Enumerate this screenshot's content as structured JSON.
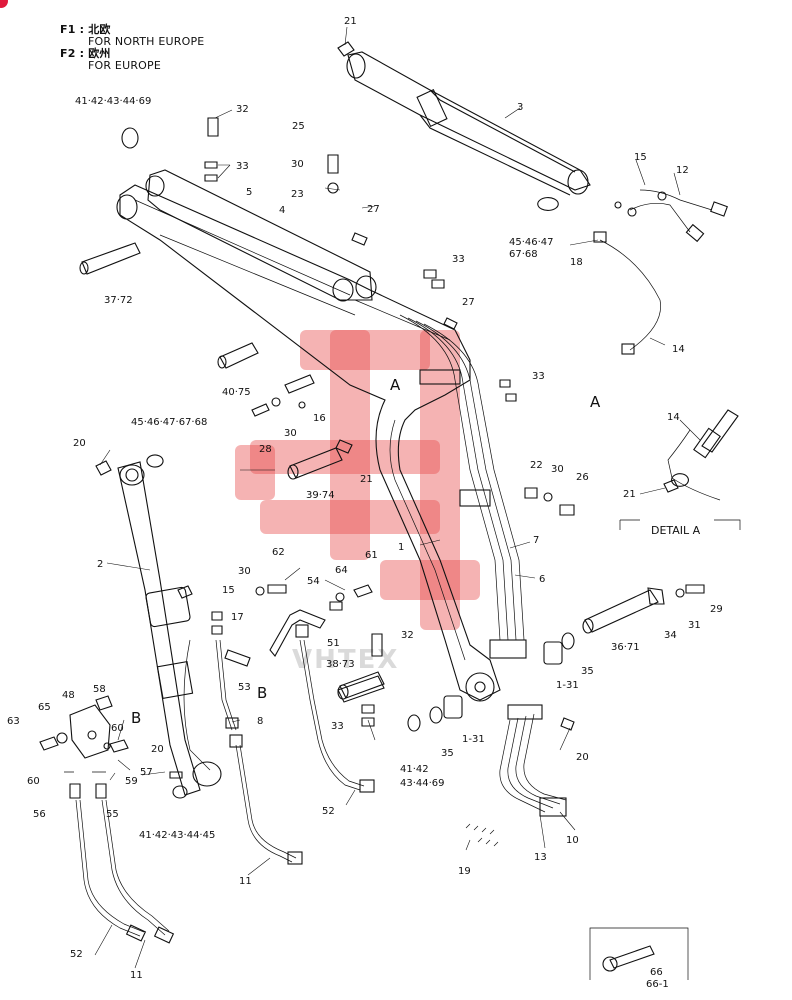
{
  "legend": {
    "f1_key": "F1 : 北欧",
    "f1_text": "FOR NORTH EUROPE",
    "f2_key": "F2 : 欧州",
    "f2_text": "FOR EUROPE"
  },
  "detail_label": "DETAIL  A",
  "watermark": "VHTEX",
  "callouts": {
    "c21_top": "21",
    "c3": "3",
    "c41_69": "41·42·43·44·69",
    "c32a": "32",
    "c25": "25",
    "c33a": "33",
    "c30a": "30",
    "c5": "5",
    "c23": "23",
    "c4": "4",
    "c27a": "27",
    "c15a": "15",
    "c12": "12",
    "c45_68a": "45·46·47",
    "c67_68": "67·68",
    "c18": "18",
    "c33b": "33",
    "c27b": "27",
    "c37_72": "37·72",
    "c14a": "14",
    "c33c": "33",
    "c40_75": "40·75",
    "A1": "A",
    "A2": "A",
    "c16": "16",
    "c45_68b": "45·46·47·67·68",
    "c30b": "30",
    "c28": "28",
    "c21b": "21",
    "c20a": "20",
    "c39_74": "39·74",
    "c22": "22",
    "c30c": "30",
    "c26": "26",
    "c14b": "14",
    "c21c": "21",
    "c2": "2",
    "c1": "1",
    "c7": "7",
    "c6": "6",
    "c62": "62",
    "c30d": "30",
    "c54": "54",
    "c64": "64",
    "c61": "61",
    "c15b": "15",
    "c17": "17",
    "c51": "51",
    "c32b": "32",
    "c29": "29",
    "c31": "31",
    "c34": "34",
    "c36_71": "36·71",
    "c35a": "35",
    "c1_31a": "1-31",
    "c53": "53",
    "B1": "B",
    "c38_73": "38·73",
    "c58": "58",
    "c48": "48",
    "c65": "65",
    "c63": "63",
    "c60a": "60",
    "B2": "B",
    "c8": "8",
    "c33d": "33",
    "c20b": "20",
    "c57": "57",
    "c60b": "60",
    "c59": "59",
    "c56": "56",
    "c55": "55",
    "c41_45": "41·42·43·44·45",
    "c52a": "52",
    "c41_42": "41·42",
    "c43_69": "43·44·69",
    "c35b": "35",
    "c1_31b": "1-31",
    "c20c": "20",
    "c10": "10",
    "c13": "13",
    "c11a": "11",
    "c19": "19",
    "c52b": "52",
    "c11b": "11",
    "c66": "66",
    "c66_1": "66-1"
  }
}
